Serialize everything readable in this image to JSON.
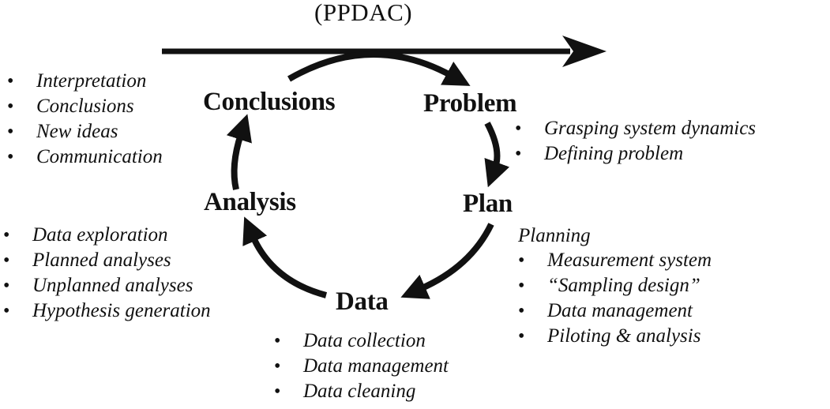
{
  "title": "(PPDAC)",
  "nodes": {
    "problem": "Problem",
    "plan": "Plan",
    "data": "Data",
    "analysis": "Analysis",
    "conclusions": "Conclusions"
  },
  "conclusions_list": [
    "Interpretation",
    "Conclusions",
    "New ideas",
    "Communication"
  ],
  "problem_list": [
    "Grasping system dynamics",
    "Defining problem"
  ],
  "plan_heading": "Planning",
  "plan_list": [
    "Measurement system",
    "“Sampling design”",
    "Data management",
    "Piloting & analysis"
  ],
  "analysis_list": [
    "Data exploration",
    "Planned analyses",
    "Unplanned analyses",
    "Hypothesis generation"
  ],
  "data_list": [
    "Data collection",
    "Data management",
    "Data cleaning"
  ],
  "colors": {
    "ink": "#111111",
    "background": "#ffffff"
  }
}
